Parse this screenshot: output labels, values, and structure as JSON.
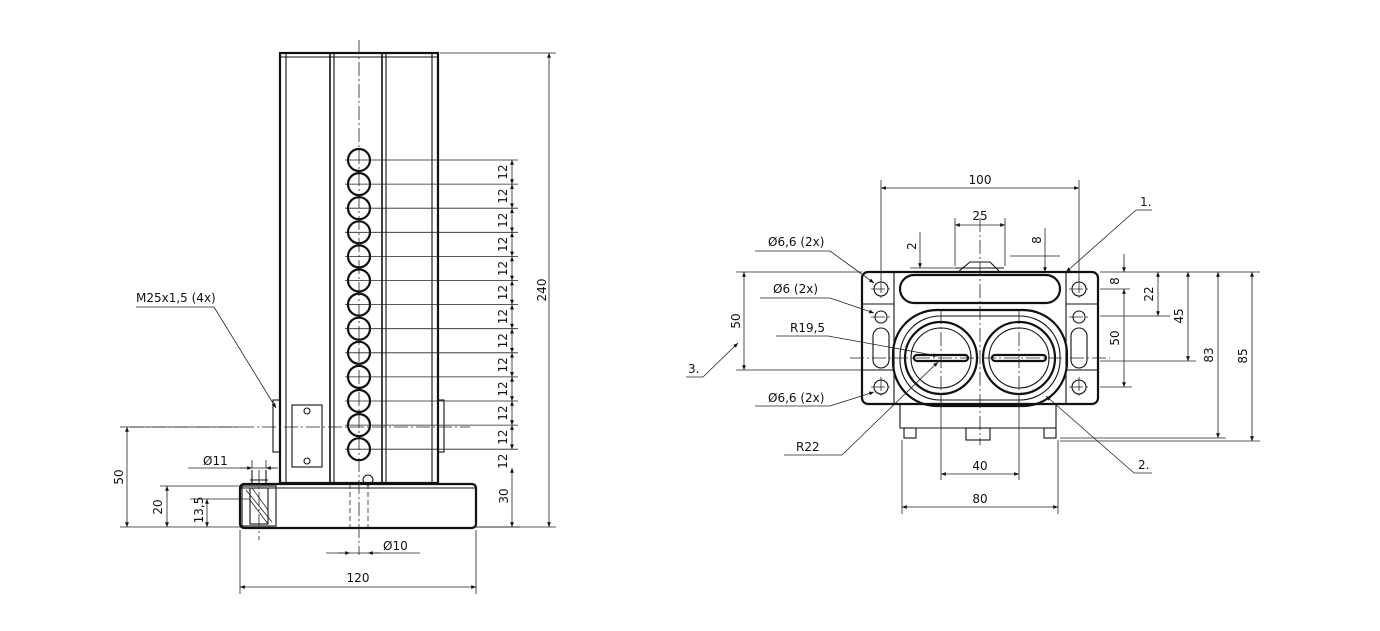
{
  "side_view": {
    "thread_label": "M25x1,5 (4x)",
    "dia_11": "Ø11",
    "dia_10": "Ø10",
    "dim_50": "50",
    "dim_20": "20",
    "dim_13_5": "13,5",
    "dim_120": "120",
    "dim_240": "240",
    "dim_30": "30",
    "pitch_label": "12",
    "pitch_count": 13
  },
  "top_view": {
    "dim_100": "100",
    "dim_25": "25",
    "dim_2": "2",
    "dim_8_top": "8",
    "dim_8_right": "8",
    "dim_22": "22",
    "dim_45": "45",
    "dim_50_right": "50",
    "dim_83": "83",
    "dim_85": "85",
    "dim_50_left": "50",
    "dim_40": "40",
    "dim_80": "80",
    "hole_a": "Ø6,6 (2x)",
    "hole_b": "Ø6 (2x)",
    "hole_c": "Ø6,6 (2x)",
    "radius_1": "R19,5",
    "radius_2": "R22",
    "callout_1": "1.",
    "callout_2": "2.",
    "callout_3": "3."
  }
}
